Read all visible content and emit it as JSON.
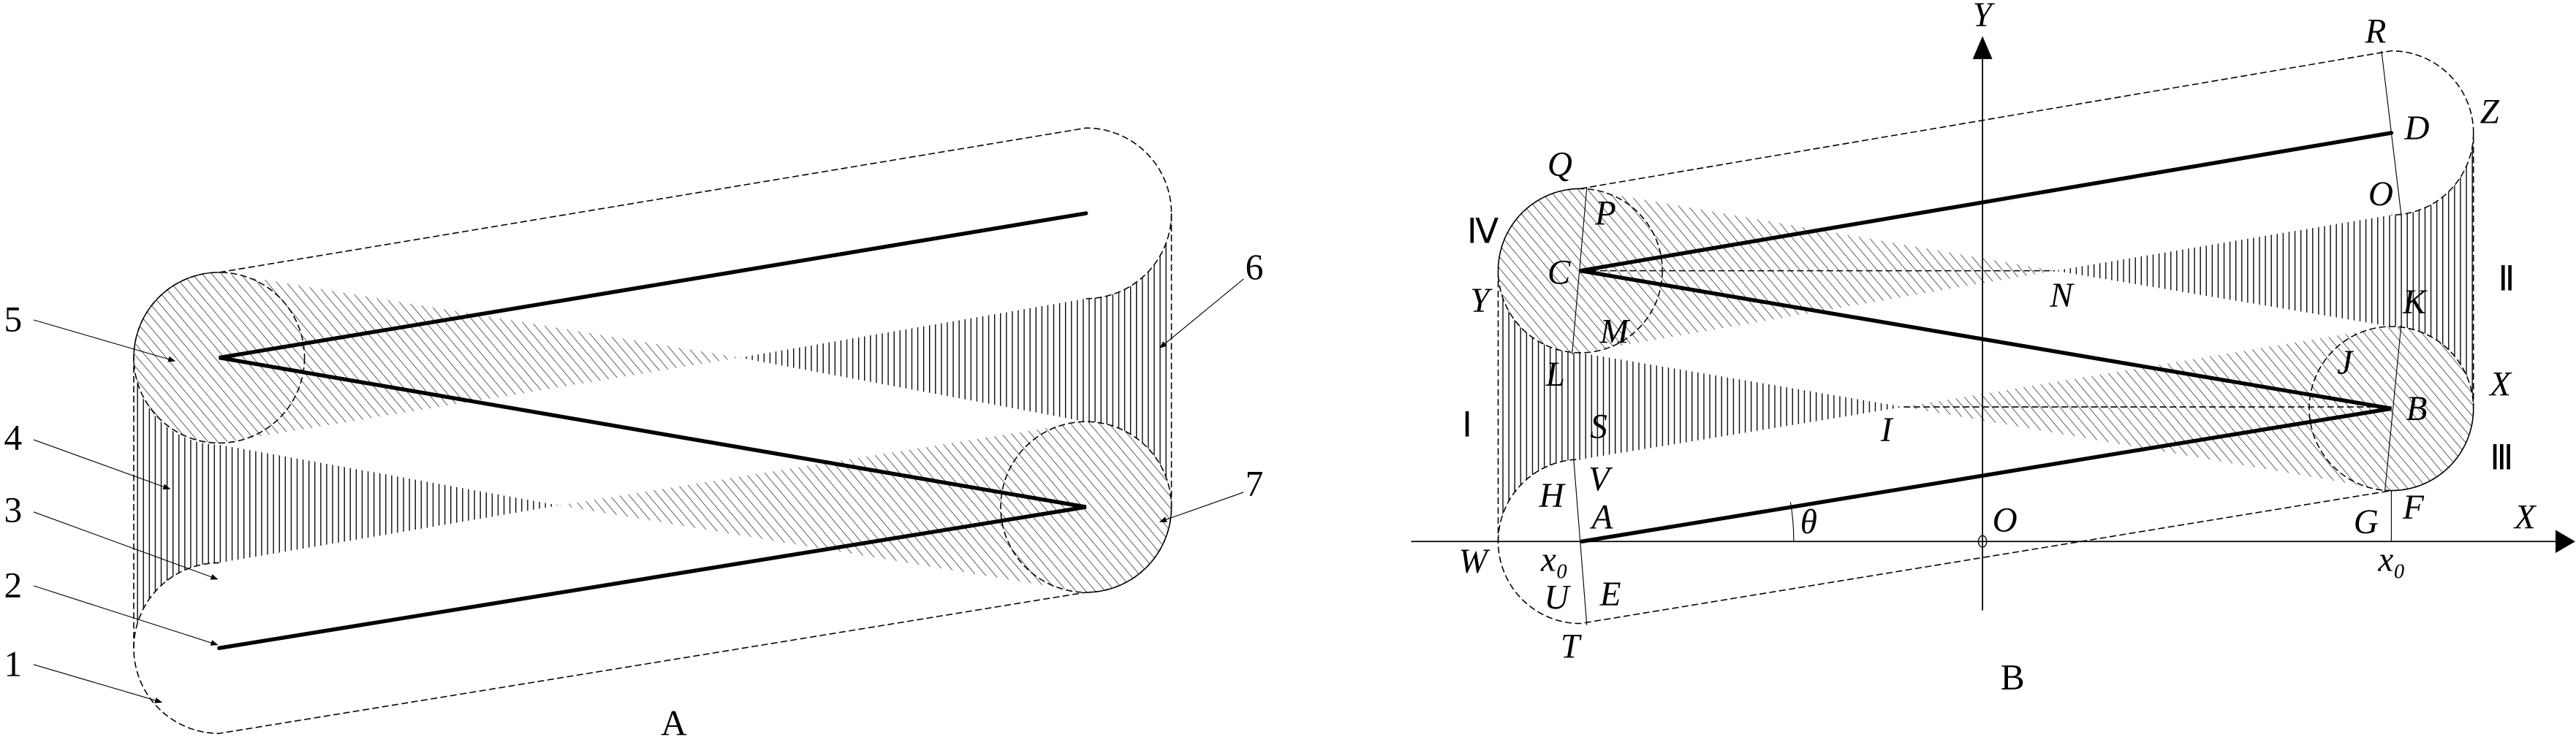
{
  "panel_a": {
    "caption": "A",
    "callouts": [
      "1",
      "2",
      "3",
      "4",
      "5",
      "6",
      "7"
    ]
  },
  "panel_b": {
    "caption": "B",
    "axes": {
      "x": "X",
      "y": "Y",
      "origin": "O",
      "angle": "θ",
      "x0_left": "x₀",
      "x0_right": "x₀"
    },
    "points": {
      "A": "A",
      "B": "B",
      "C": "C",
      "D": "D",
      "E": "E",
      "F": "F",
      "G": "G",
      "H": "H",
      "I": "I",
      "J": "J",
      "K": "K",
      "L": "L",
      "M": "M",
      "N": "N",
      "O": "O",
      "P": "P",
      "Q": "Q",
      "R": "R",
      "S": "S",
      "T": "T",
      "U": "U",
      "V": "V",
      "W": "W",
      "X": "X",
      "Y": "Y",
      "Z": "Z"
    },
    "regions": {
      "r1": "Ⅰ",
      "r2": "Ⅱ",
      "r3": "Ⅲ",
      "r4": "Ⅳ"
    }
  }
}
